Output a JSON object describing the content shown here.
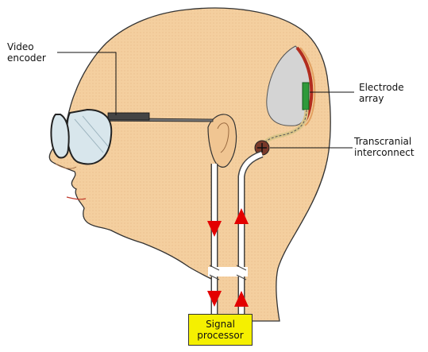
{
  "labels": {
    "video_encoder": [
      "Video",
      "encoder"
    ],
    "electrode_array": [
      "Electrode",
      "array"
    ],
    "transcranial_interconnect": [
      "Transcranial",
      "interconnect"
    ],
    "signal_processor": [
      "Signal",
      "processor"
    ]
  },
  "colors": {
    "skin": "#f4cf9f",
    "skin_shadow": "#e8b98a",
    "arrow": "#e30000",
    "processor_box": "#f5f000",
    "cortex": "#d4d4d4",
    "electrode": "#2e9a3a"
  }
}
